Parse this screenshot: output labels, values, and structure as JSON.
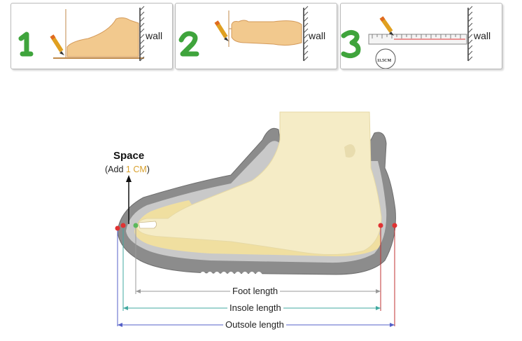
{
  "steps": [
    {
      "number": "1",
      "wall_label": "wall"
    },
    {
      "number": "2",
      "wall_label": "wall"
    },
    {
      "number": "3",
      "wall_label": "wall",
      "ruler_reading": "11.5CM"
    }
  ],
  "space": {
    "title": "Space",
    "add_prefix": "(Add ",
    "add_value": "1 CM",
    "add_suffix": ")"
  },
  "measurements": [
    {
      "label": "Foot length",
      "color": "#9a9a9a"
    },
    {
      "label": "Insole length",
      "color": "#40a9a0"
    },
    {
      "label": "Outsole length",
      "color": "#5560c8"
    }
  ],
  "colors": {
    "step_number": "#3fa43c",
    "foot": "#f5ecc6",
    "skin": "#f2c98e",
    "sole": "#8c8c8c",
    "insole": "#f0dfa0",
    "marker": "#e03232",
    "marker_green": "#5cb85c"
  }
}
